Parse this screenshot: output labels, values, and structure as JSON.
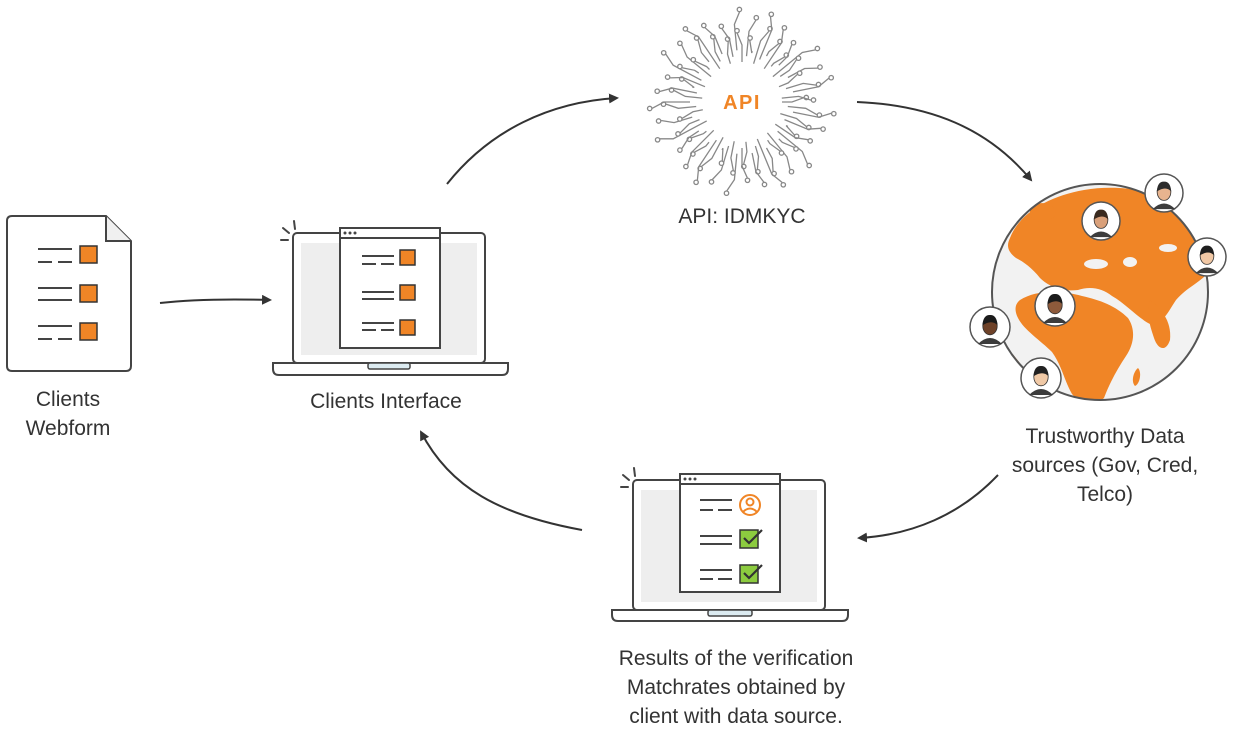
{
  "colors": {
    "accent": "#f08526",
    "check": "#8ccb3f",
    "line": "#333333",
    "screen": "#eeeeee",
    "globe_ocean": "#f2f2f2",
    "trackpad": "#dcebf1"
  },
  "icons": {
    "webform": "document-form-icon",
    "interface": "laptop-form-icon",
    "api": "circuit-chip-icon",
    "globe": "globe-icon",
    "results": "laptop-check-icon"
  },
  "nodes": {
    "webform": {
      "lines": [
        "Clients",
        "Webform"
      ]
    },
    "interface": {
      "lines": [
        "Clients Interface"
      ]
    },
    "api": {
      "badge": "API",
      "lines": [
        "API: IDMKYC"
      ]
    },
    "sources": {
      "lines": [
        "Trustworthy Data",
        "sources (Gov, Cred,",
        "Telco)"
      ]
    },
    "results": {
      "lines": [
        "Results of the verification",
        "Matchrates obtained by",
        "client with data source."
      ]
    }
  }
}
